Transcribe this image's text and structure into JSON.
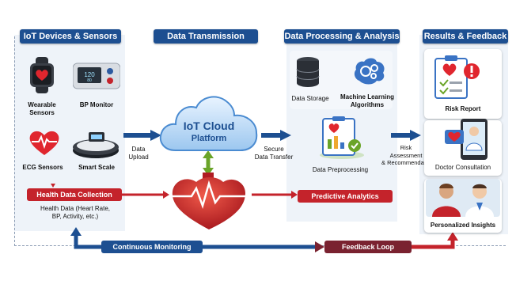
{
  "colors": {
    "navy": "#1d4f91",
    "red": "#c4232b",
    "panel_bg": "#eef3f9",
    "arrow_blue": "#1d4f91",
    "arrow_green": "#6aa428"
  },
  "sections": {
    "devices": "IoT Devices & Sensors",
    "transmission": "Data Transmission",
    "processing": "Data Processing & Analysis",
    "results": "Results & Feedback"
  },
  "devices": {
    "wearable": [
      "Wearable",
      "Sensors"
    ],
    "bp": "BP Monitor",
    "ecg": "ECG Sensors",
    "scale": "Smart Scale",
    "collection": "Health Data Collection",
    "health_data": [
      "Health Data (Heart Rate,",
      "BP, Activity, etc.)"
    ]
  },
  "transmission": {
    "upload": [
      "Data",
      "Upload"
    ],
    "cloud": [
      "IoT Cloud",
      "Platform"
    ],
    "secure": [
      "Secure",
      "Data Transfer"
    ]
  },
  "processing": {
    "storage": "Data Storage",
    "ml": [
      "Machine Learning",
      "Algorithms"
    ],
    "preprocessing": "Data Preprocessing",
    "predictive": "Predictive Analytics"
  },
  "results": {
    "risk_assessment": [
      "Risk",
      "Assessment",
      "& Recommendations"
    ],
    "risk_report": "Risk Report",
    "doctor": "Doctor Consultation",
    "insights": "Personalized Insights"
  },
  "bottom": {
    "monitoring": "Continuous Monitoring",
    "feedback": "Feedback Loop"
  },
  "icons": {
    "watch": "smartwatch-icon",
    "bp": "bp-monitor-icon",
    "ecg": "ecg-heart-icon",
    "scale": "smart-scale-icon",
    "cloud": "cloud-icon",
    "heart": "heart-icon",
    "database": "database-icon",
    "brain": "brain-gears-icon",
    "clipboard": "clipboard-chart-icon",
    "report": "risk-report-icon",
    "doctor": "doctor-tablet-icon",
    "consult": "patient-doctor-icon"
  }
}
